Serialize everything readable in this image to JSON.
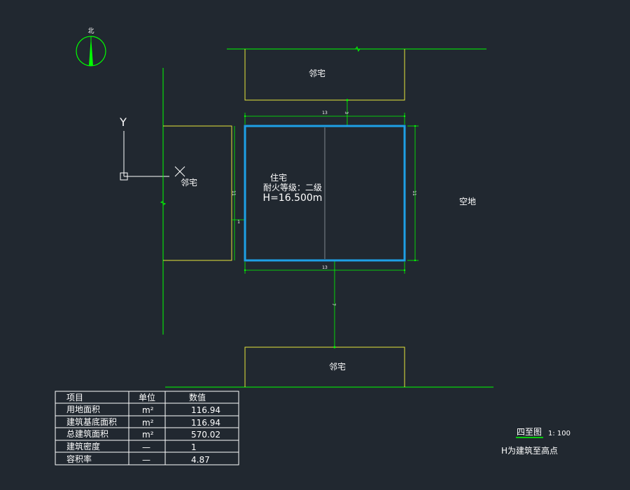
{
  "north_arrow": {
    "label": "北",
    "color": "#00ff00"
  },
  "ucs": {
    "y_label": "Y",
    "x_label": "X"
  },
  "neighbors": {
    "top": "邻宅",
    "left": "邻宅",
    "bottom": "邻宅"
  },
  "empty_lot": "空地",
  "building": {
    "use": "住宅",
    "fire_rating": "耐火等级：二级",
    "height": "H=16.500m",
    "outline_color": "#1ea0e6"
  },
  "dimensions": {
    "top_width": "13",
    "bottom_width": "13",
    "right_depth": "11",
    "left_depth": "11",
    "top_gap": "3",
    "left_gap": "1",
    "bottom_gap": "7"
  },
  "colors": {
    "background": "#212830",
    "site_line": "#00ff00",
    "neighbor": "#e6e63c",
    "text": "#ffffff"
  },
  "table": {
    "headers": [
      "项目",
      "单位",
      "数值"
    ],
    "rows": [
      [
        "用地面积",
        "m²",
        "116.94"
      ],
      [
        "建筑基底面积",
        "m²",
        "116.94"
      ],
      [
        "总建筑面积",
        "m²",
        "570.02"
      ],
      [
        "建筑密度",
        "—",
        "1"
      ],
      [
        "容积率",
        "—",
        "4.87"
      ]
    ]
  },
  "drawing_title": "四至图",
  "scale": "1: 100",
  "note": "H为建筑至高点"
}
